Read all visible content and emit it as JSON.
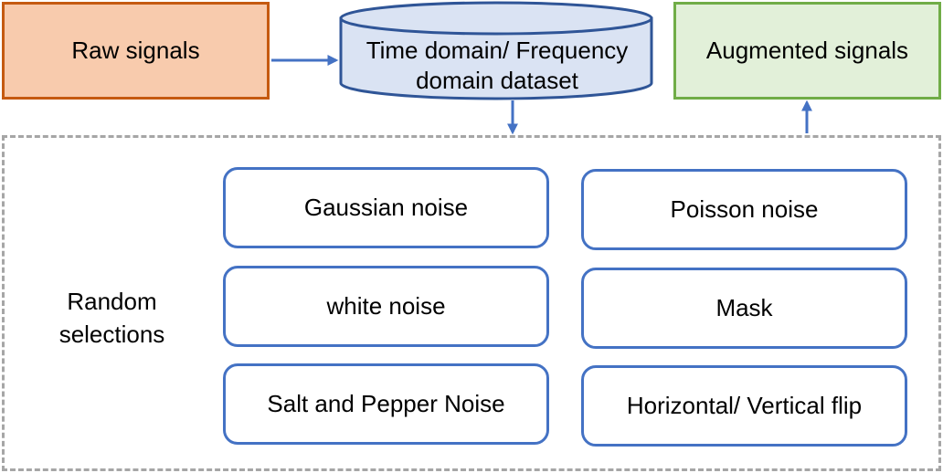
{
  "raw_signals": {
    "label": "Raw signals"
  },
  "dataset": {
    "line1": "Time domain/ Frequency",
    "line2": "domain dataset"
  },
  "augmented_signals": {
    "label": "Augmented signals"
  },
  "random_selections": {
    "line1": "Random",
    "line2": "selections"
  },
  "operations": [
    {
      "label": "Gaussian noise"
    },
    {
      "label": "Poisson noise"
    },
    {
      "label": "white noise"
    },
    {
      "label": "Mask"
    },
    {
      "label": "Salt and Pepper Noise"
    },
    {
      "label": "Horizontal/ Vertical flip"
    }
  ],
  "colors": {
    "raw_fill": "#f8cbad",
    "raw_border": "#c55a11",
    "dataset_fill": "#dae3f3",
    "dataset_border": "#2f5597",
    "augmented_fill": "#e2f0d9",
    "augmented_border": "#70ad47",
    "operation_border": "#4472c4",
    "arrow": "#4472c4",
    "region_border": "#a6a6a6"
  }
}
